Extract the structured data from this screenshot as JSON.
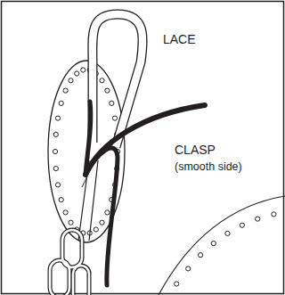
{
  "diagram": {
    "labels": [
      "LACE",
      "CLASP",
      "(smooth side)"
    ]
  }
}
